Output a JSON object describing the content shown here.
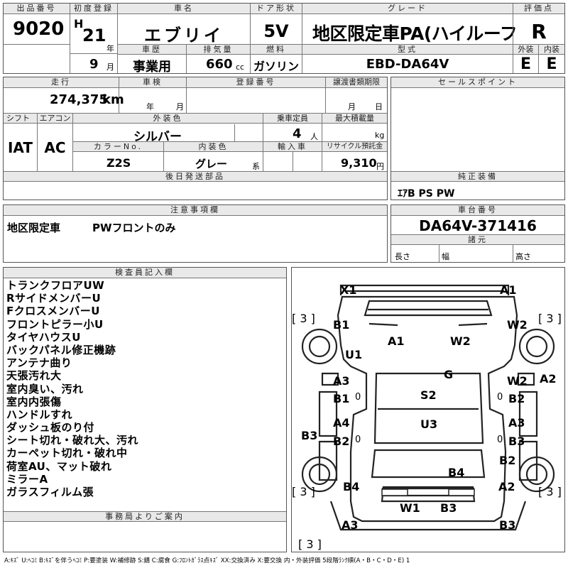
{
  "top": {
    "lot_number_label": "出品番号",
    "lot_number": "9020",
    "first_reg_label": "初度登録",
    "era": "H",
    "year": "21",
    "year_unit": "年",
    "month": "9",
    "month_unit": "月",
    "car_name_label": "車名",
    "car_name": "エブリイ",
    "door_label": "ドア形状",
    "door": "5V",
    "grade_label": "グレード",
    "grade": "地区限定車PA(ハイルーフ",
    "score_label": "評価点",
    "score": "R",
    "history_label": "車歴",
    "history": "事業用",
    "displacement_label": "排気量",
    "displacement": "660",
    "displacement_unit": "cc",
    "fuel_label": "燃料",
    "fuel": "ガソリン",
    "model_label": "型式",
    "model": "EBD-DA64V",
    "exterior_label": "外装",
    "exterior": "E",
    "interior_label": "内装",
    "interior": "E"
  },
  "mid": {
    "mileage_label": "走行",
    "mileage": "274,375",
    "mileage_unit": "km",
    "inspection_label": "車検",
    "year_unit": "年",
    "month_unit": "月",
    "reg_label": "登録番号",
    "transfer_label": "譲渡書類期限",
    "day_unit": "日",
    "sales_label": "セールスポイント",
    "shift_label": "シフト",
    "shift": "IAT",
    "ac_label": "エアコン",
    "ac": "AC",
    "ext_color_label": "外装色",
    "ext_color": "シルバー",
    "capacity_label": "乗車定員",
    "capacity": "4",
    "capacity_unit": "人",
    "load_label": "最大積載量",
    "load_unit": "kg",
    "color_no_label": "カラーNo.",
    "color_no": "Z2S",
    "int_color_label": "内装色",
    "int_color": "グレー",
    "int_color_unit": "系",
    "import_label": "輸入車",
    "recycle_label": "リサイクル預託金",
    "recycle": "9,310",
    "recycle_unit": "円",
    "later_label": "後日発送部品",
    "equip_label": "純正装備",
    "equip": "ｴｱB PS PW",
    "notes_label": "注意事項欄",
    "notes_1": "地区限定車",
    "notes_2": "PWフロントのみ",
    "chassis_label": "車台番号",
    "chassis": "DA64V-371416",
    "spec_label": "諸元",
    "length_label": "長さ",
    "width_label": "幅",
    "height_label": "高さ"
  },
  "inspector": {
    "label": "検査員記入欄",
    "items": [
      "トランクフロアUW",
      "RサイドメンバーU",
      "FクロスメンバーU",
      "フロントピラー小U",
      "タイヤハウスU",
      "バックパネル修正機跡",
      "アンテナ曲り",
      "天張汚れ大",
      "室内臭い、汚れ",
      "室内内張傷",
      "ハンドルすれ",
      "ダッシュ板のり付",
      "シート切れ・破れ大、汚れ",
      "カーペット切れ・破れ中",
      "荷室AU、マット破れ",
      "ミラーA",
      "ガラスフィルム張"
    ]
  },
  "office_label": "事務局よりご案内",
  "legend": "A:ｷｽﾞ U:ﾍｺﾐ B:ｷｽﾞを伴うﾍｺﾐ P:要塗装 W:補修跡 S:錆 C:腐食 G:ﾌﾛﾝﾄｶﾞﾗｽ点ｷｽﾞ XX:交換済み X:要交換  内・外装評価 5段階ﾗﾝｸ順(A・B・C・D・E) 1",
  "diagram": {
    "x1": "X1",
    "a1_top": "A1",
    "bracket_tl": "[ 3 ]",
    "bracket_tr": "[ 3 ]",
    "b1_l": "B1",
    "w2_r": "W2",
    "a1_c": "A1",
    "w2_c": "W2",
    "u1": "U1",
    "g": "G",
    "a3_l": "A3",
    "w2_r2": "W2",
    "a2_r": "A2",
    "b1_l2": "B1",
    "s2": "S2",
    "b2_r": "B2",
    "a4": "A4",
    "u3": "U3",
    "a3_r": "A3",
    "b3_l": "B3",
    "b2_l": "B2",
    "b3_r": "B3",
    "b2_r2": "B2",
    "b4_c": "B4",
    "b4_l": "B4",
    "a2_r2": "A2",
    "bracket_bl": "[ 3 ]",
    "bracket_br": "[ 3 ]",
    "w1": "W1",
    "b3_c": "B3",
    "a3_bl": "A3",
    "b3_br": "B3",
    "bracket_b": "[ 3 ]",
    "zero": "0"
  }
}
